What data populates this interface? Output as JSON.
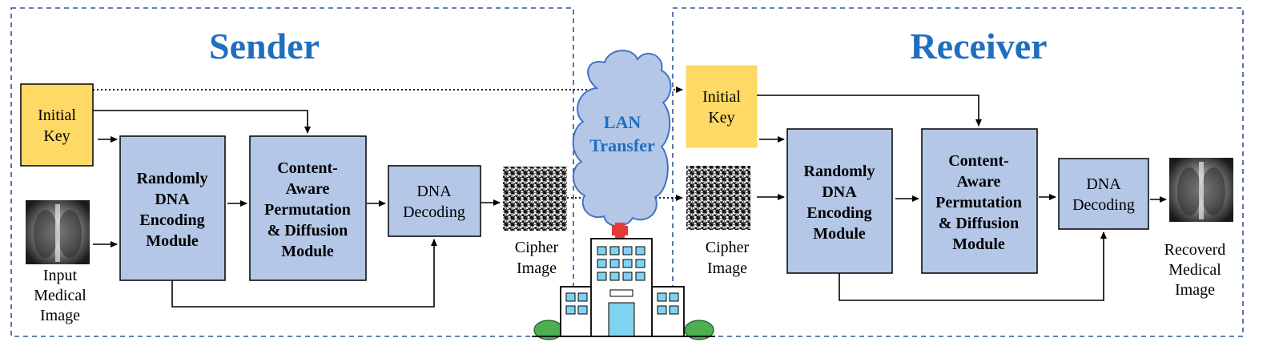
{
  "sender": {
    "title": "Sender",
    "initial_key": [
      "Initial",
      "Key"
    ],
    "input_image_label": [
      "Input",
      "Medical",
      "Image"
    ],
    "encoding_module": [
      "Randomly",
      "DNA",
      "Encoding",
      "Module"
    ],
    "permutation_module": [
      "Content-",
      "Aware",
      "Permutation",
      "& Diffusion",
      "Module"
    ],
    "decoding": [
      "DNA",
      "Decoding"
    ],
    "cipher_label": [
      "Cipher",
      "Image"
    ]
  },
  "transfer": {
    "label": [
      "LAN",
      "Transfer"
    ]
  },
  "receiver": {
    "title": "Receiver",
    "initial_key": [
      "Initial",
      "Key"
    ],
    "cipher_label": [
      "Cipher",
      "Image"
    ],
    "encoding_module": [
      "Randomly",
      "DNA",
      "Encoding",
      "Module"
    ],
    "permutation_module": [
      "Content-",
      "Aware",
      "Permutation",
      "& Diffusion",
      "Module"
    ],
    "decoding": [
      "DNA",
      "Decoding"
    ],
    "recovered_label": [
      "Recoverd",
      "Medical",
      "Image"
    ]
  },
  "colors": {
    "title": "#1f6fbf",
    "module_fill": "#b4c7e7",
    "key_fill": "#ffd966",
    "cloud_fill": "#b4c7e7",
    "border_dash": "#2f5597"
  }
}
